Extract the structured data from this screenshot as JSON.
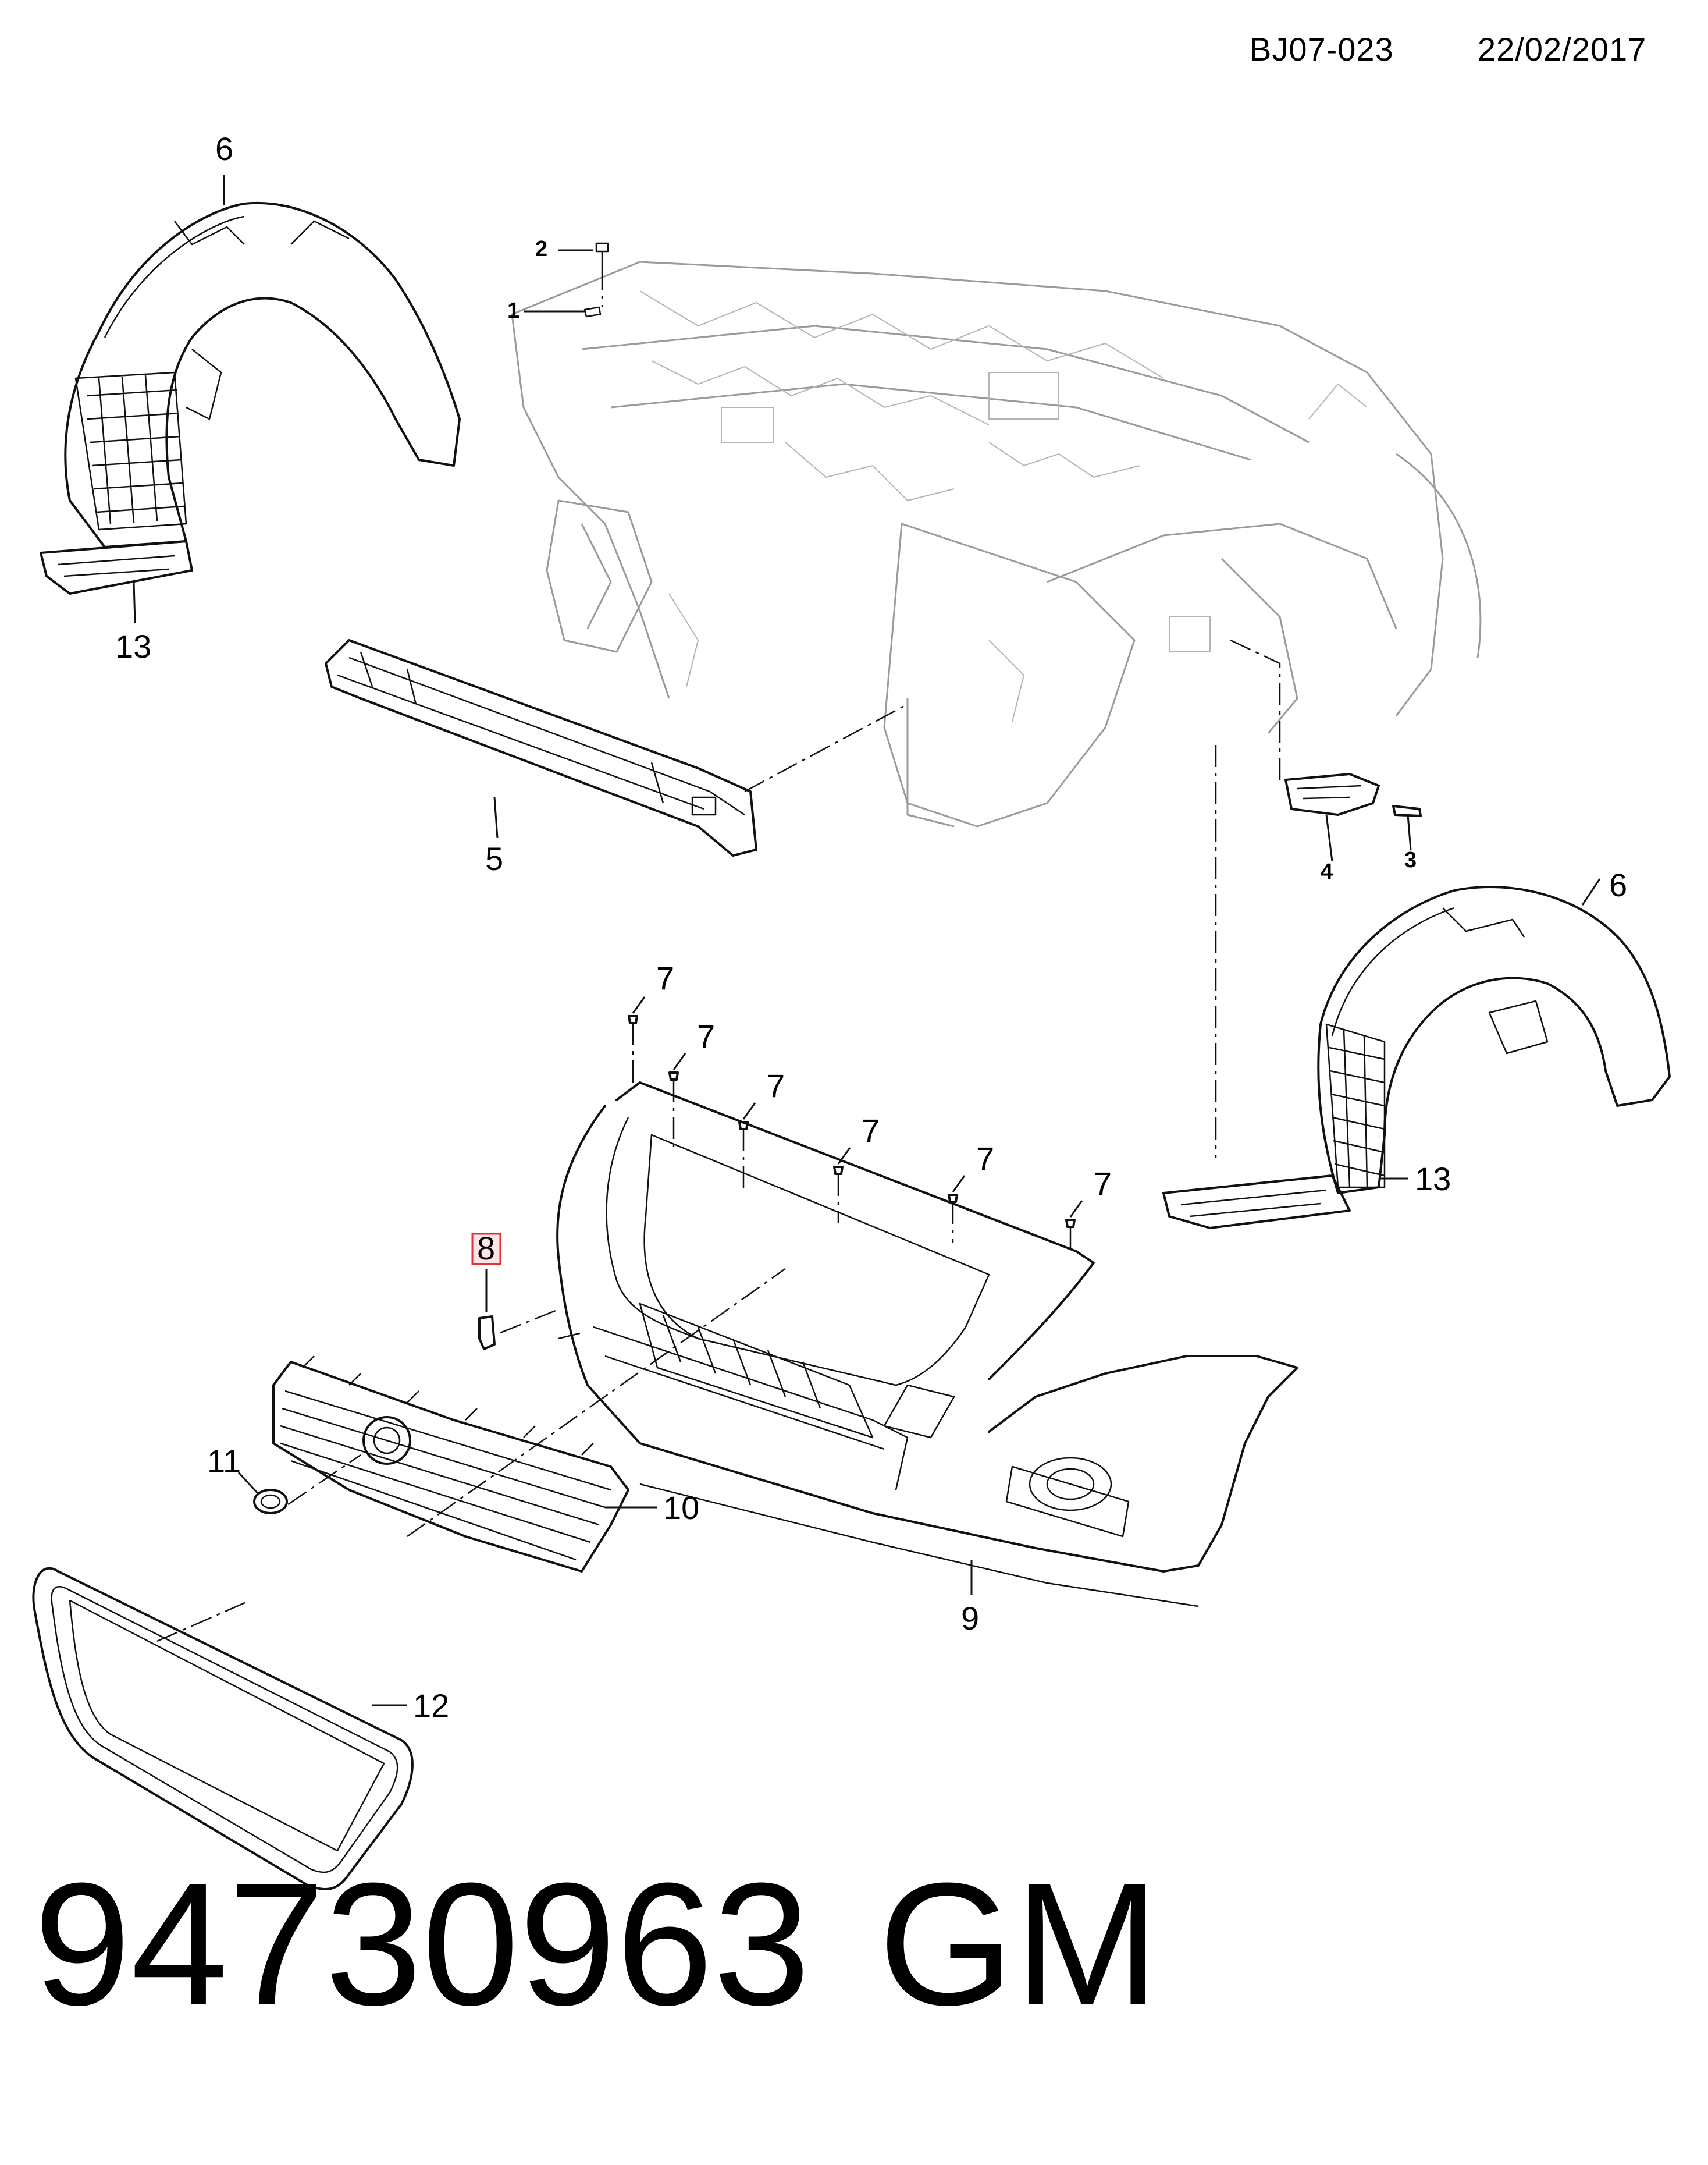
{
  "header": {
    "diagram_code": "BJ07-023",
    "date": "22/02/2017"
  },
  "callouts": {
    "c1": "1",
    "c2": "2",
    "c3": "3",
    "c4": "4",
    "c5": "5",
    "c6_left": "6",
    "c6_right": "6",
    "c7": [
      "7",
      "7",
      "7",
      "7",
      "7",
      "7"
    ],
    "c8": "8",
    "c9": "9",
    "c10": "10",
    "c11": "11",
    "c12": "12",
    "c13_left": "13",
    "c13_right": "13"
  },
  "footer": {
    "part_number": "94730963",
    "brand": "GM"
  },
  "highlight_color": "#e0303a"
}
